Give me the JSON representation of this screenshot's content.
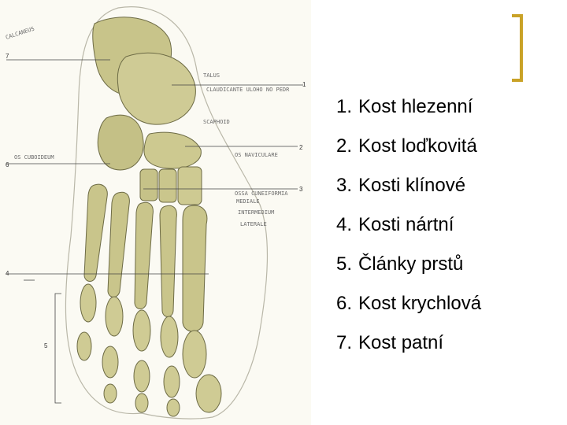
{
  "slide": {
    "accent_color": "#c9a227",
    "background_color": "#ffffff"
  },
  "figure": {
    "bone_color": "#c8c48a",
    "side_numbers": [
      "7",
      "6",
      "4",
      "5"
    ],
    "right_numbers": [
      "1",
      "2",
      "3"
    ],
    "handwritten_labels": [
      "CALCANEUS",
      "TALUS",
      "CLAUDICANTE ULOHO NO PEDR",
      "SCAPHOID",
      "OS CUBOIDEUM",
      "OS NAVICULARE",
      "OSSA CUNEIFORMIA",
      "MEDIALE",
      "INTERMEDIUM",
      "LATERALE"
    ]
  },
  "legend": {
    "items": [
      {
        "num": "1.",
        "text": "Kost hlezenní"
      },
      {
        "num": "2.",
        "text": "Kost loďkovitá"
      },
      {
        "num": "3.",
        "text": "Kosti klínové"
      },
      {
        "num": "4.",
        "text": "Kosti nártní"
      },
      {
        "num": "5.",
        "text": "Články prstů"
      },
      {
        "num": "6.",
        "text": "Kost krychlová"
      },
      {
        "num": "7.",
        "text": "Kost patní"
      }
    ]
  }
}
